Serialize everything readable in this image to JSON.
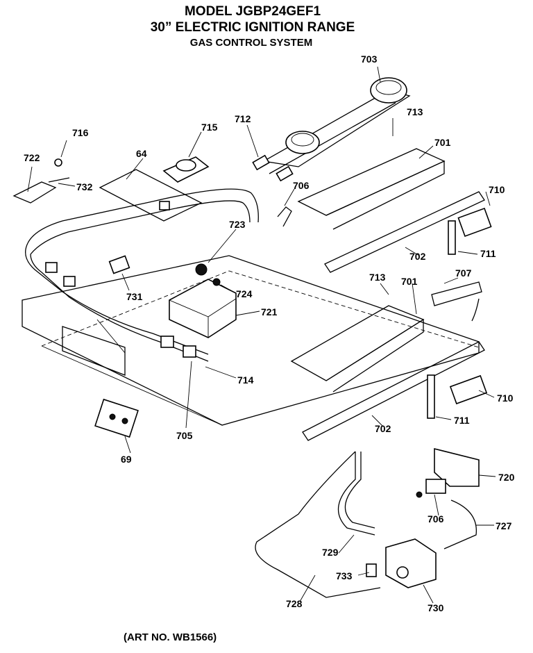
{
  "header": {
    "line1": "MODEL JGBP24GEF1",
    "line2": "30” ELECTRIC IGNITION RANGE",
    "line3": "GAS CONTROL SYSTEM"
  },
  "footer": {
    "art_no": "(ART NO. WB1566)"
  },
  "callouts": {
    "c703": "703",
    "c713a": "713",
    "c716": "716",
    "c715": "715",
    "c712": "712",
    "c701a": "701",
    "c722": "722",
    "c64": "64",
    "c732": "732",
    "c706a": "706",
    "c710a": "710",
    "c723": "723",
    "c711a": "711",
    "c702a": "702",
    "c707": "707",
    "c731": "731",
    "c724": "724",
    "c713b": "713",
    "c701b": "701",
    "c721": "721",
    "c714": "714",
    "c710b": "710",
    "c711b": "711",
    "c702b": "702",
    "c705": "705",
    "c69": "69",
    "c720": "720",
    "c706b": "706",
    "c727": "727",
    "c729": "729",
    "c733": "733",
    "c728": "728",
    "c730": "730"
  }
}
